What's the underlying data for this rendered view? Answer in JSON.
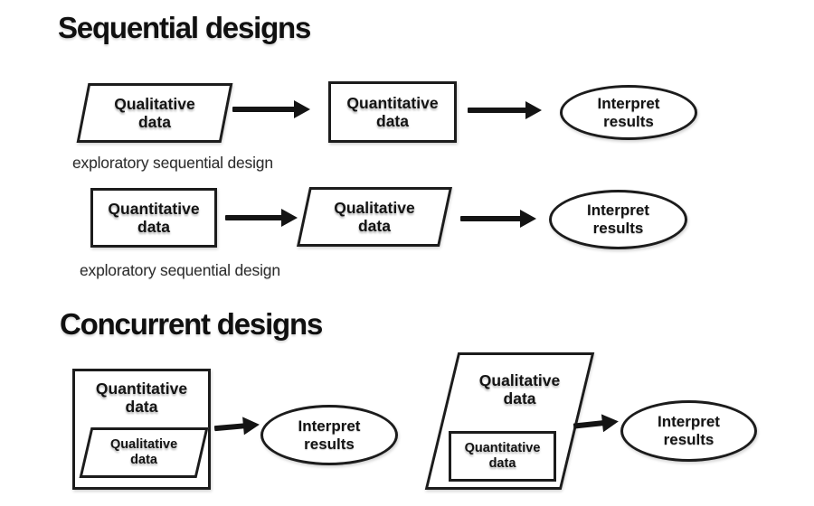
{
  "sequential": {
    "title": "Sequential designs",
    "row1": {
      "step1": "Qualitative data",
      "step2": "Quantitative data",
      "result": "Interpret results",
      "caption": "exploratory sequential design"
    },
    "row2": {
      "step1": "Quantitative data",
      "step2": "Qualitative data",
      "result": "Interpret results",
      "caption": "exploratory sequential design"
    }
  },
  "concurrent": {
    "title": "Concurrent designs",
    "group1": {
      "outer": "Quantitative data",
      "inner": "Qualitative data",
      "result": "Interpret results"
    },
    "group2": {
      "outer": "Qualitative data",
      "inner": "Quantitative data",
      "result": "Interpret results"
    }
  },
  "colors": {
    "stroke": "#1c1c1c",
    "text": "#141414",
    "caption": "#2d2d2d",
    "background": "#ffffff"
  }
}
